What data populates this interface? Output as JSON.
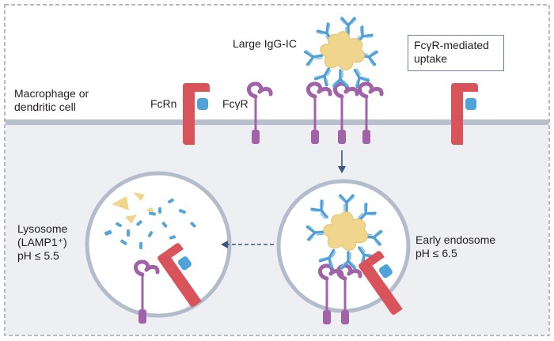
{
  "labels": {
    "cell": [
      "Macrophage or",
      "dendritic cell"
    ],
    "fcrn": "FcRn",
    "fcgr": "FcγR",
    "complex": "Large IgG-IC",
    "uptake": [
      "FcγR-mediated",
      "uptake"
    ],
    "lysosome": [
      "Lysosome",
      "(LAMP1⁺)",
      "pH ≤ 5.5"
    ],
    "endosome": [
      "Early endosome",
      "pH ≤ 6.5"
    ]
  },
  "colors": {
    "fcrn": "#d8545a",
    "fcrn_domain": "#4fa3d9",
    "fcgr": "#a262a8",
    "fcgr_dark": "#8a4a90",
    "igg": "#55a7d9",
    "antigen": "#f0d68c",
    "membrane": "#b9c0cd",
    "cytoplasm": "#eeeff3",
    "vesicle_rim": "#b3bccb",
    "arrow": "#3d5580"
  }
}
